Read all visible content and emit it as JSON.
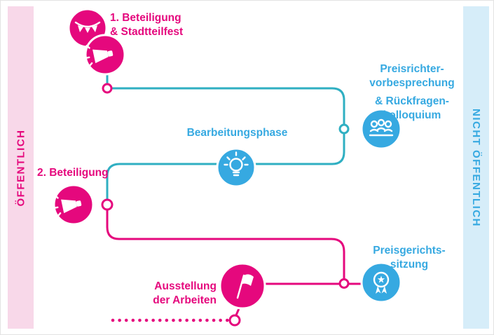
{
  "bands": {
    "left": {
      "label": "ÖFFENTLICH"
    },
    "right": {
      "label": "NICHT ÖFFENTLICH"
    }
  },
  "steps": {
    "beteiligung1": {
      "line1": "1. Beteiligung",
      "line2": "& Stadtteilfest"
    },
    "preisrichter": {
      "line1": "Preisrichter-",
      "line2": "vorbesprechung",
      "line3": "& Rückfragen-",
      "line4": "kolloquium"
    },
    "bearbeitungsphase": {
      "line1": "Bearbeitungsphase"
    },
    "beteiligung2": {
      "line1": "2. Beteiligung"
    },
    "preisgericht": {
      "line1": "Preisgerichts-",
      "line2": "sitzung"
    },
    "ausstellung": {
      "line1": "Ausstellung",
      "line2": "der Arbeiten"
    }
  },
  "icons": {
    "beteiligung1_a": "bunting-icon",
    "beteiligung1_b": "megaphone-icon",
    "preisrichter": "jury-icon",
    "bearbeitungsphase": "lightbulb-icon",
    "beteiligung2": "megaphone-icon",
    "preisgericht": "award-rosette-icon",
    "ausstellung": "flag-icon"
  },
  "colors": {
    "magenta": "#E5087D",
    "blue": "#36A9E1",
    "teal": "#2FAFC2",
    "band_pink_bg": "#F8D8E9",
    "band_blue_bg": "#D6EDF9"
  }
}
